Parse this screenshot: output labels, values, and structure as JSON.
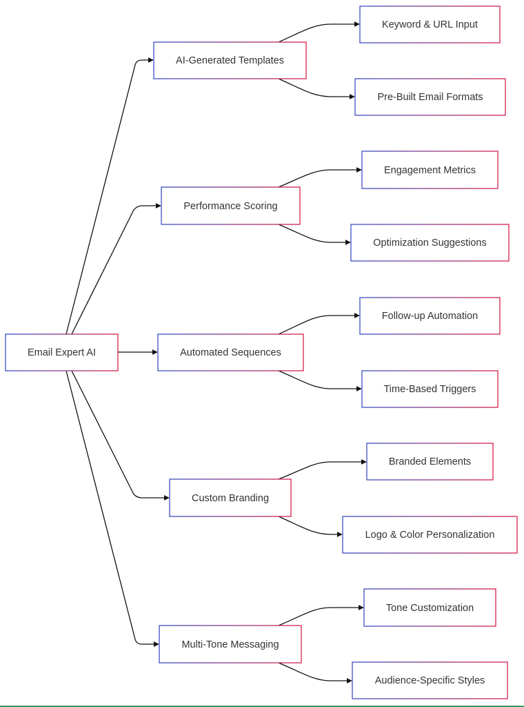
{
  "diagram": {
    "root": "Email Expert AI",
    "branches": [
      {
        "label": "AI-Generated Templates",
        "children": [
          "Keyword & URL Input",
          "Pre-Built Email Formats"
        ]
      },
      {
        "label": "Performance Scoring",
        "children": [
          "Engagement Metrics",
          "Optimization Suggestions"
        ]
      },
      {
        "label": "Automated Sequences",
        "children": [
          "Follow-up Automation",
          "Time-Based Triggers"
        ]
      },
      {
        "label": "Custom Branding",
        "children": [
          "Branded Elements",
          "Logo & Color Personalization"
        ]
      },
      {
        "label": "Multi-Tone Messaging",
        "children": [
          "Tone Customization",
          "Audience-Specific Styles"
        ]
      }
    ]
  },
  "colors": {
    "border_gradient_start": "#3b4fc4",
    "border_gradient_end": "#d6204a",
    "edge": "#111111",
    "text": "#333333",
    "bottom_line": "#3c9a5f"
  }
}
